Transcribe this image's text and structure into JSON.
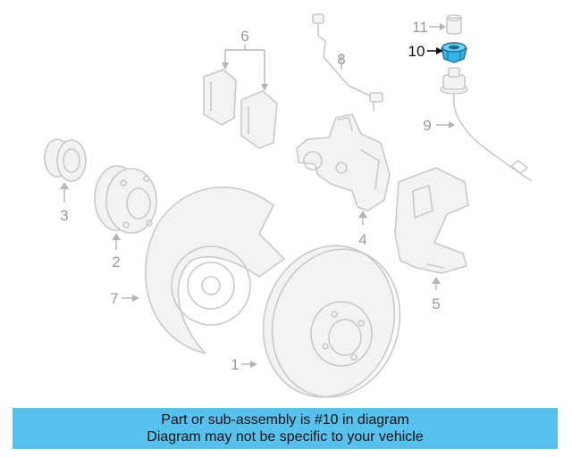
{
  "callouts": {
    "c1": "1",
    "c2": "2",
    "c3": "3",
    "c4": "4",
    "c5": "5",
    "c6": "6",
    "c7": "7",
    "c8": "8",
    "c9": "9",
    "c10": "10",
    "c11": "11"
  },
  "highlight": {
    "part": "10",
    "color": "#33b5ea"
  },
  "banner": {
    "line1": "Part or sub-assembly is #10 in diagram",
    "line2": "Diagram may not be specific to your vehicle",
    "background": "#57c2ee"
  }
}
